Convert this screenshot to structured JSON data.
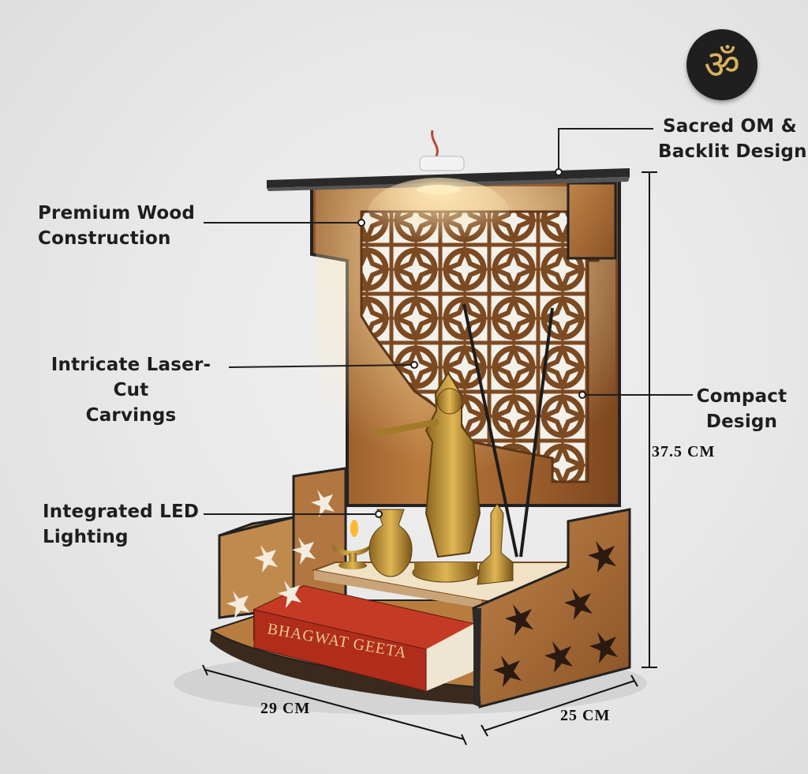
{
  "badge": {
    "symbol": "ॐ",
    "icon": "om-icon"
  },
  "callouts": {
    "backlit_line1": "Sacred OM &",
    "backlit_line2": "Backlit Design",
    "wood_line1": "Premium Wood",
    "wood_line2": "Construction",
    "carvings_line1": "Intricate Laser-Cut",
    "carvings_line2": "Carvings",
    "compact_line1": "Compact",
    "compact_line2": "Design",
    "led_line1": "Integrated LED",
    "led_line2": "Lighting"
  },
  "dimensions": {
    "height": "37.5 CM",
    "width": "29 CM",
    "depth": "25 CM"
  },
  "book_title": "BHAGWAT GEETA",
  "colors": {
    "wood": "#a86a32",
    "wood_dark": "#7a4620",
    "edge": "#222222",
    "brass": "#c79a3a",
    "book_red": "#b8301e",
    "badge_bg": "#1f1f1f",
    "badge_gold": "#d9b35a"
  }
}
